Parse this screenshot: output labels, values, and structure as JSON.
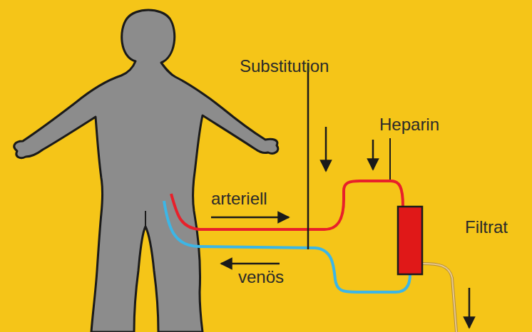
{
  "diagram": {
    "labels": [
      "Substitution",
      "Heparin",
      "arteriell",
      "venös",
      "Filtrat"
    ]
  }
}
